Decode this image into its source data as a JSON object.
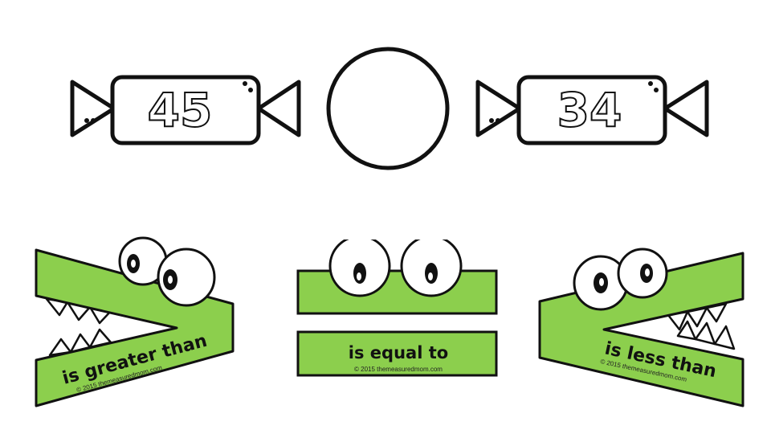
{
  "candies": [
    {
      "number": "45"
    },
    {
      "number": "34"
    }
  ],
  "crocodiles": {
    "greater": {
      "label": "is greater than",
      "copyright": "© 2015 themeasuredmom.com"
    },
    "equal": {
      "label": "is equal to",
      "copyright": "© 2015 themeasuredmom.com"
    },
    "less": {
      "label": "is less than",
      "copyright": "© 2015 themeasuredmom.com"
    }
  },
  "colors": {
    "croc_green": "#8ccf4d",
    "outline": "#111111"
  }
}
